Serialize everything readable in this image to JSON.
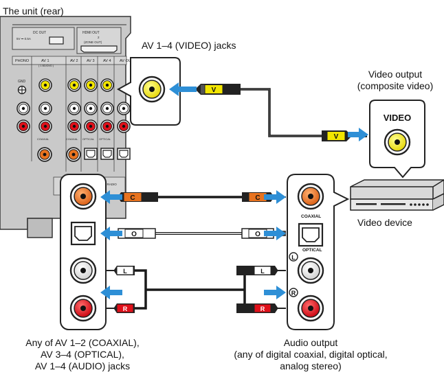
{
  "labels": {
    "unit_rear": "The unit (rear)",
    "av_video_jacks": "AV 1–4 (VIDEO) jacks",
    "video_output_line1": "Video output",
    "video_output_line2": "(composite video)",
    "video_jack_label": "VIDEO",
    "video_device": "Video device",
    "coaxial": "COAXIAL",
    "optical": "OPTICAL",
    "left_channel": "L",
    "right_channel": "R",
    "unit_jacks_line1": "Any of AV 1–2 (COAXIAL),",
    "unit_jacks_line2": "AV 3–4 (OPTICAL),",
    "unit_jacks_line3": "AV 1–4 (AUDIO) jacks",
    "audio_output_line1": "Audio output",
    "audio_output_line2": "(any of digital coaxial, digital optical,",
    "audio_output_line3": "analog stereo)"
  },
  "plug_letters": {
    "video": "V",
    "coaxial": "C",
    "optical": "O",
    "left": "L",
    "right": "R"
  },
  "panel_text": {
    "dc_out": "DC OUT",
    "dc_out_spec": "5V ⎓ 0.5A",
    "hdmi_out": "HDMI OUT",
    "zone_out": "(ZONE OUT)",
    "hdmi_num": "2",
    "phono": "PHONO",
    "gnd": "GND",
    "av1": "AV 1",
    "av1_sub": "( 1 BD/DVD )",
    "av2": "AV 2",
    "av3": "AV 3",
    "av4": "AV 4",
    "av_out": "AV OUT",
    "coaxial_small": "COAXIAL",
    "optical_small": "OPTICAL",
    "radio": "( ) RADIO"
  },
  "colors": {
    "coaxial": "#e8731f",
    "video": "#f2e500",
    "audio_right": "#e0101a",
    "arrow": "#2e8fd6",
    "panel": "#c8c8c8"
  }
}
